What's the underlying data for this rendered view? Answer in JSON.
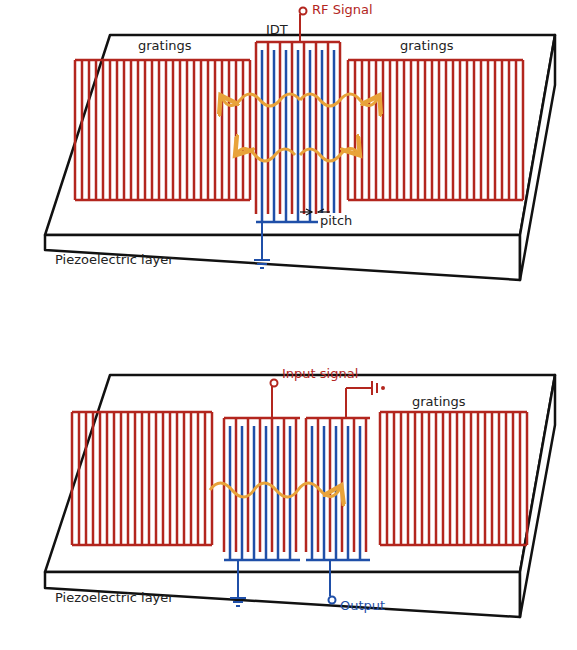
{
  "diagram": {
    "labels": [
      "gratings",
      "IDT",
      "gratings",
      "RF Signal",
      "pitch",
      "Piezoelectric layer",
      "Input signal",
      "gratings",
      "Output",
      "Piezoelectric layer"
    ]
  }
}
